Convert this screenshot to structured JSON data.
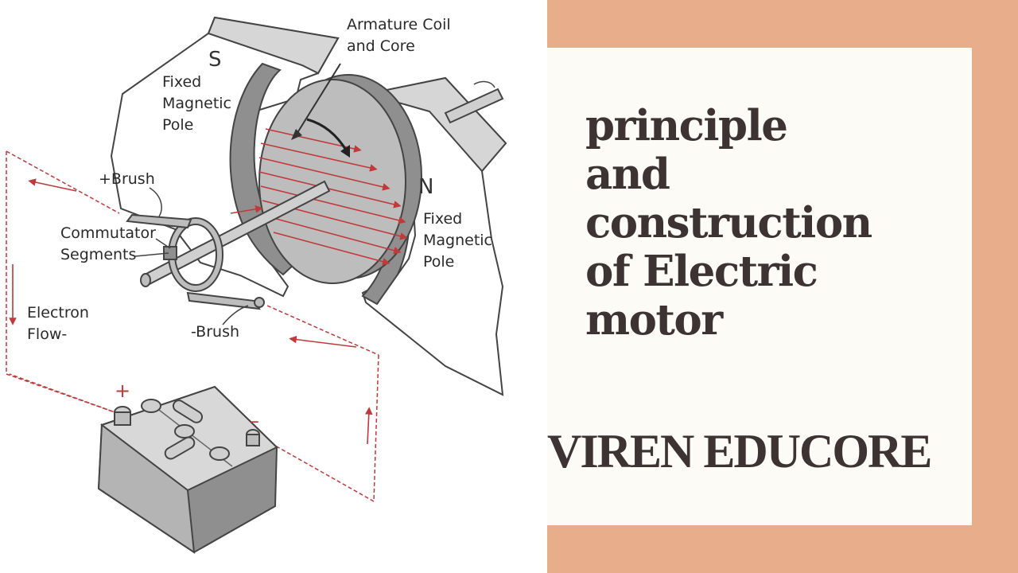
{
  "diagram": {
    "labels": {
      "armature": "Armature Coil\nand Core",
      "pole_s": "S",
      "fixed_pole_left": "Fixed\nMagnetic\nPole",
      "pole_n": "N",
      "fixed_pole_right": "Fixed\nMagnetic\nPole",
      "plus_brush": "+Brush",
      "commutator": "Commutator\nSegments",
      "electron_flow": "Electron\nFlow-",
      "minus_brush": "-Brush",
      "battery_plus": "+",
      "battery_minus": "–"
    }
  },
  "title_card": {
    "title": "principle\nand\nconstruction\nof Electric\nmotor",
    "brand": "VIREN EDUCORE"
  },
  "colors": {
    "accent_panel": "#e8ae8c",
    "card": "#fcfbf5",
    "title_text": "#3d3332",
    "field_lines": "#c0393b",
    "metal": "#8f8f8f"
  }
}
